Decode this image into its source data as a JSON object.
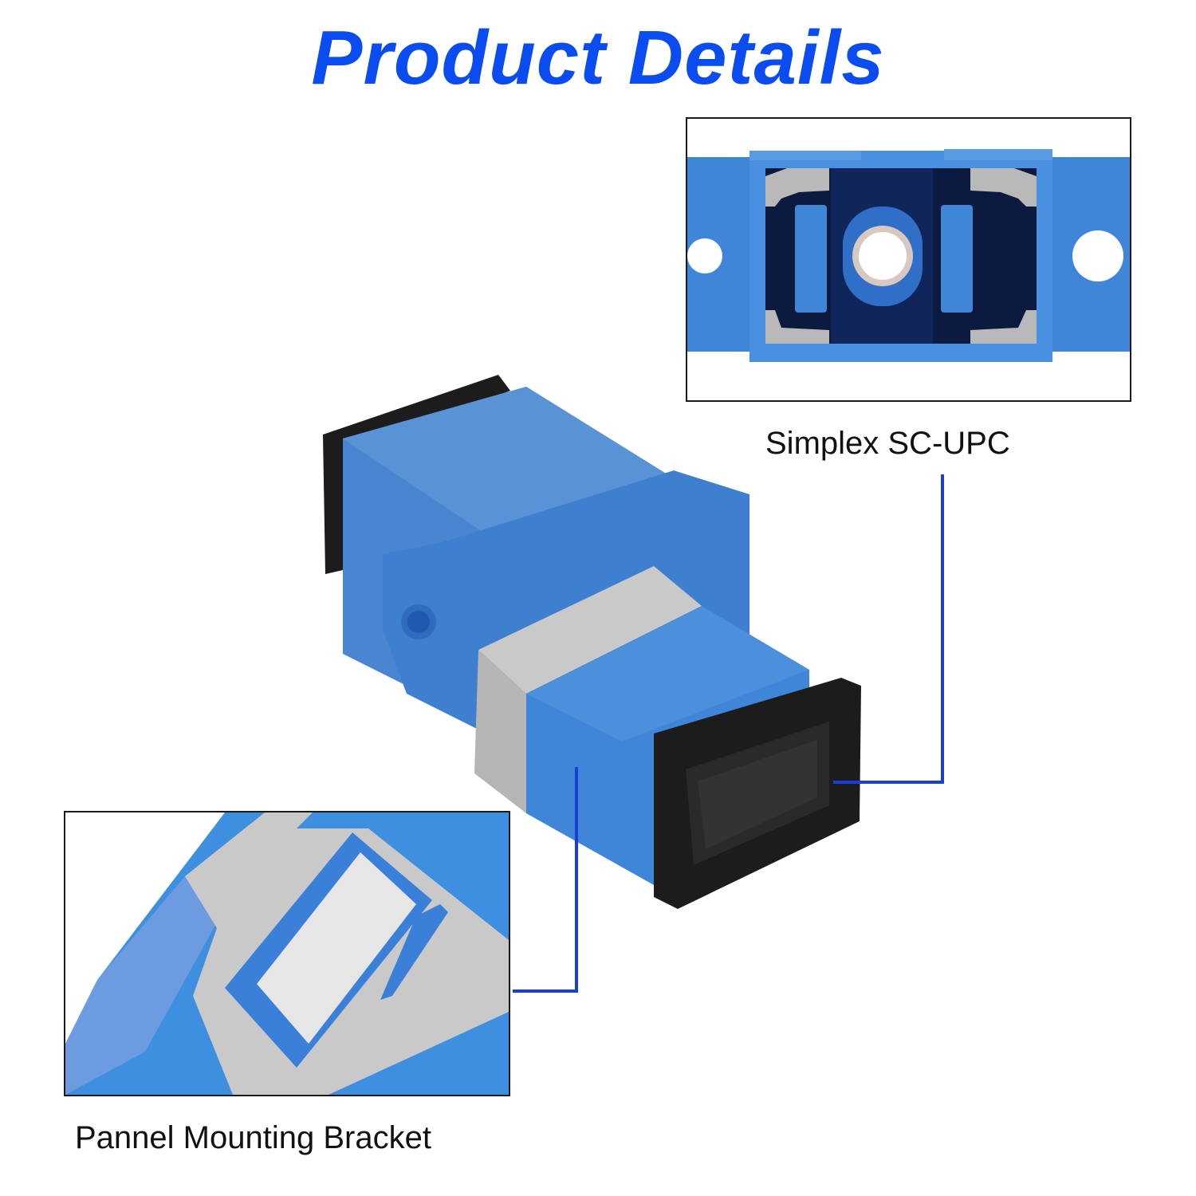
{
  "page": {
    "title": "Product Details",
    "title_color": "#0a4cf0"
  },
  "product": {
    "name": "SC simplex fiber optic adapter",
    "body_color": "#3f86d8",
    "dust_cap_color": "#1c1c1c",
    "clip_color": "#c9c9c9"
  },
  "insets": [
    {
      "id": "top-right",
      "label": "Simplex SC-UPC",
      "view": "front port view"
    },
    {
      "id": "bottom-left",
      "label": "Pannel Mounting Bracket",
      "view": "metal clip close-up"
    }
  ],
  "callouts": {
    "line_color": "#1b3fd6"
  }
}
